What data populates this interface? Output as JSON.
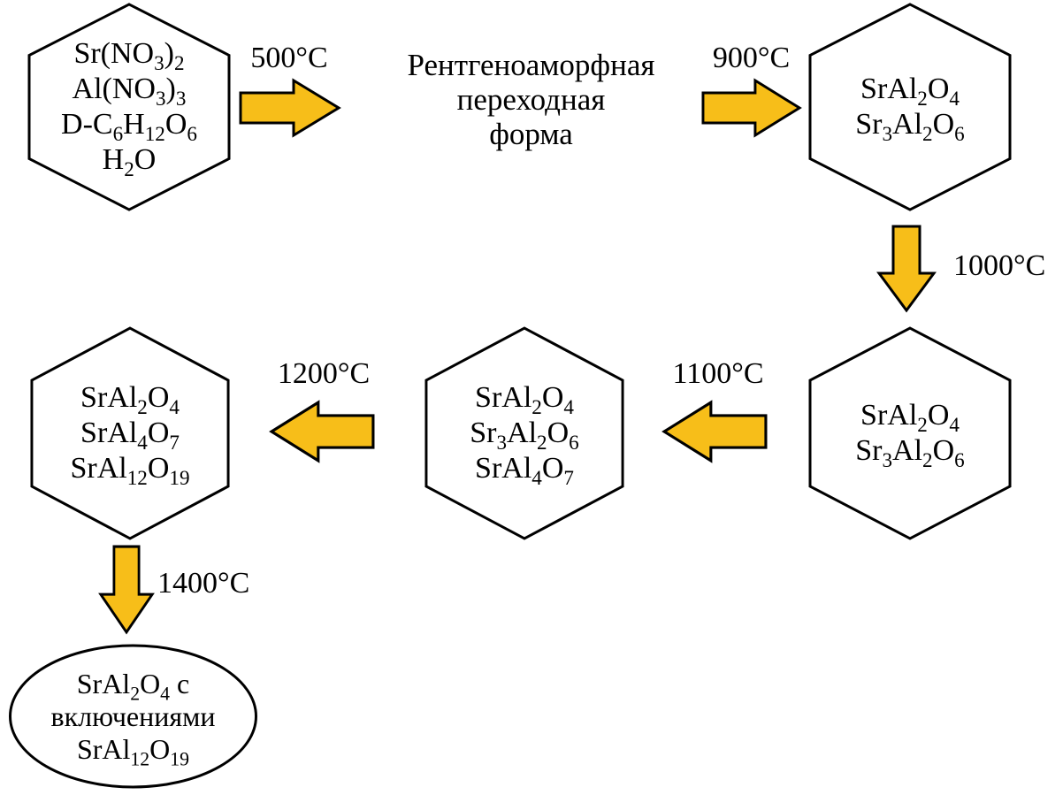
{
  "diagram": {
    "title": "Strontium aluminate synthesis flow",
    "colors": {
      "arrow_fill": "#F7BE19",
      "outline": "#000000",
      "background": "#FFFFFF"
    },
    "nodes": {
      "precursors": {
        "shape": "hexagon",
        "lines": [
          "Sr(NO_3)_2",
          "Al(NO_3)_3",
          "D-C_6H_12O_6",
          "H_2O"
        ]
      },
      "amorphous": {
        "shape": "plain-text",
        "lines": [
          "Рентгеноаморфная",
          "переходная",
          "форма"
        ]
      },
      "stage900": {
        "shape": "hexagon",
        "lines": [
          "SrAl_2O_4",
          "Sr_3Al_2O_6"
        ]
      },
      "stage1000": {
        "shape": "hexagon",
        "lines": [
          "SrAl_2O_4",
          "Sr_3Al_2O_6"
        ]
      },
      "stage1100": {
        "shape": "hexagon",
        "lines": [
          "SrAl_2O_4",
          "Sr_3Al_2O_6",
          "SrAl_4O_7"
        ]
      },
      "stage1200": {
        "shape": "hexagon",
        "lines": [
          "SrAl_2O_4",
          "SrAl_4O_7",
          "SrAl_12O_19"
        ]
      },
      "final": {
        "shape": "ellipse",
        "lines": [
          "SrAl_2O_4 с",
          "включениями",
          "SrAl_12O_19"
        ]
      }
    },
    "arrows": {
      "a500": {
        "label": "500°C",
        "direction": "right"
      },
      "a900": {
        "label": "900°C",
        "direction": "right"
      },
      "a1000": {
        "label": "1000°C",
        "direction": "down"
      },
      "a1100": {
        "label": "1100°C",
        "direction": "left"
      },
      "a1200": {
        "label": "1200°C",
        "direction": "left"
      },
      "a1400": {
        "label": "1400°C",
        "direction": "down"
      }
    }
  }
}
